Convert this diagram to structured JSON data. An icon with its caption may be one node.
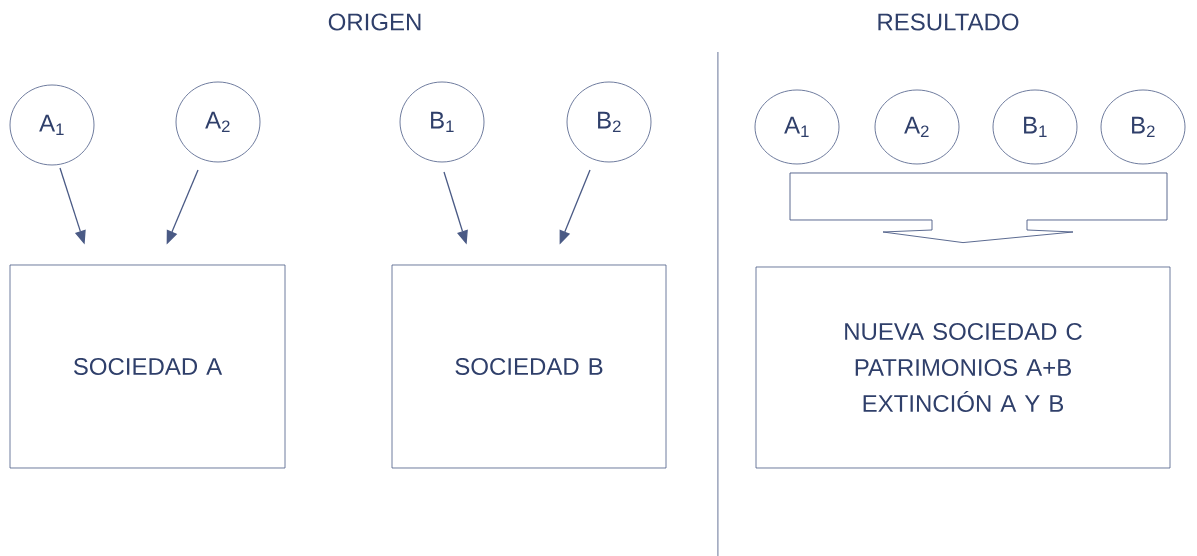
{
  "diagram": {
    "nodes": [
      {
        "text": [
          "A$_{1}$"
        ]
      },
      {
        "text": [
          "A$_{2}$"
        ]
      },
      {
        "text": [
          "B$_{1}$"
        ]
      },
      {
        "text": [
          "B$_{2}$"
        ]
      },
      {
        "text": [
          "SOCIEDAD A"
        ]
      },
      {
        "text": [
          "SOCIEDAD B"
        ]
      },
      {
        "text": [
          "A$_{1}$"
        ]
      },
      {
        "text": [
          "A$_{2}$"
        ]
      },
      {
        "text": [
          "B$_{1}$"
        ]
      },
      {
        "text": [
          "B$_{2}$"
        ]
      },
      {
        "text": [
          "NUEVA SOCIEDAD C PATRIMONIOS A+B EXTINCIÓN A Y B"
        ]
      }
    ],
    "edges": [
      {
        "from": 0,
        "to": 4,
        "arrow": "to"
      },
      {
        "from": 1,
        "to": 4,
        "arrow": "to"
      },
      {
        "from": 2,
        "to": 5,
        "arrow": "to"
      },
      {
        "from": 3,
        "to": 5,
        "arrow": "to"
      },
      {
        "from": 6,
        "to": 10,
        "arrow": "to"
      },
      {
        "from": 7,
        "to": 10,
        "arrow": "to"
      },
      {
        "from": 8,
        "to": 10,
        "arrow": "to"
      },
      {
        "from": 9,
        "to": 10,
        "arrow": "to"
      }
    ],
    "labels": [
      "ORIGEN",
      "RESULTADO"
    ]
  }
}
